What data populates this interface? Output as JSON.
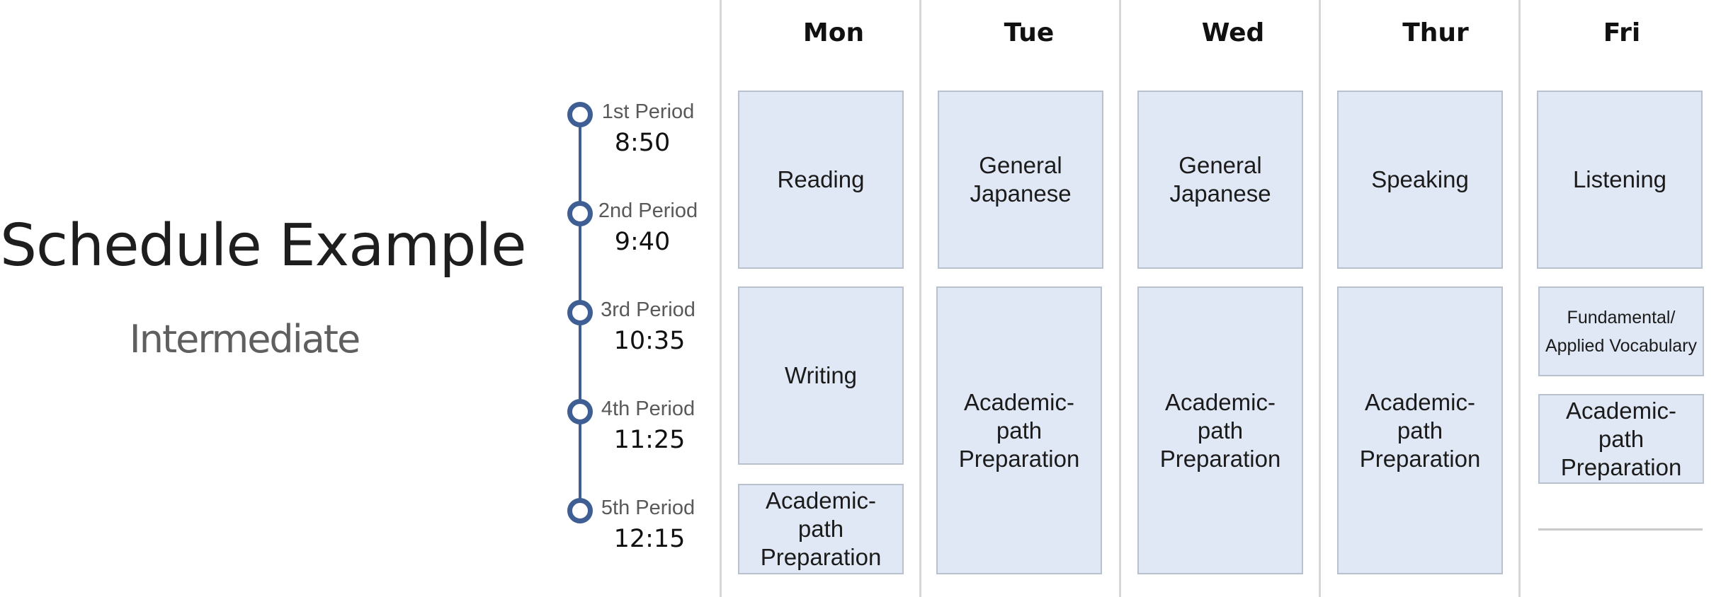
{
  "title": "Schedule Example",
  "subtitle": "Intermediate",
  "periods": [
    {
      "name": "1st Period",
      "time": "8:50"
    },
    {
      "name": "2nd Period",
      "time": "9:40"
    },
    {
      "name": "3rd Period",
      "time": "10:35"
    },
    {
      "name": "4th Period",
      "time": "11:25"
    },
    {
      "name": "5th Period",
      "time": "12:15"
    }
  ],
  "days": [
    "Mon",
    "Tue",
    "Wed",
    "Thur",
    "Fri"
  ],
  "classes": {
    "mon": [
      "Reading",
      "Writing",
      "Academic-path\nPreparation"
    ],
    "tue": [
      "General\nJapanese",
      "Academic-path\nPreparation"
    ],
    "wed": [
      "General\nJapanese",
      "Academic-path\nPreparation"
    ],
    "thur": [
      "Speaking",
      "Academic-path\nPreparation"
    ],
    "fri": [
      "Listening",
      "Fundamental/\nApplied Vocabulary",
      "Academic-path\nPreparation"
    ]
  },
  "colors": {
    "accent": "#3f5f94",
    "cell_fill": "#e1e8f5",
    "cell_border": "#b9c1cf"
  }
}
